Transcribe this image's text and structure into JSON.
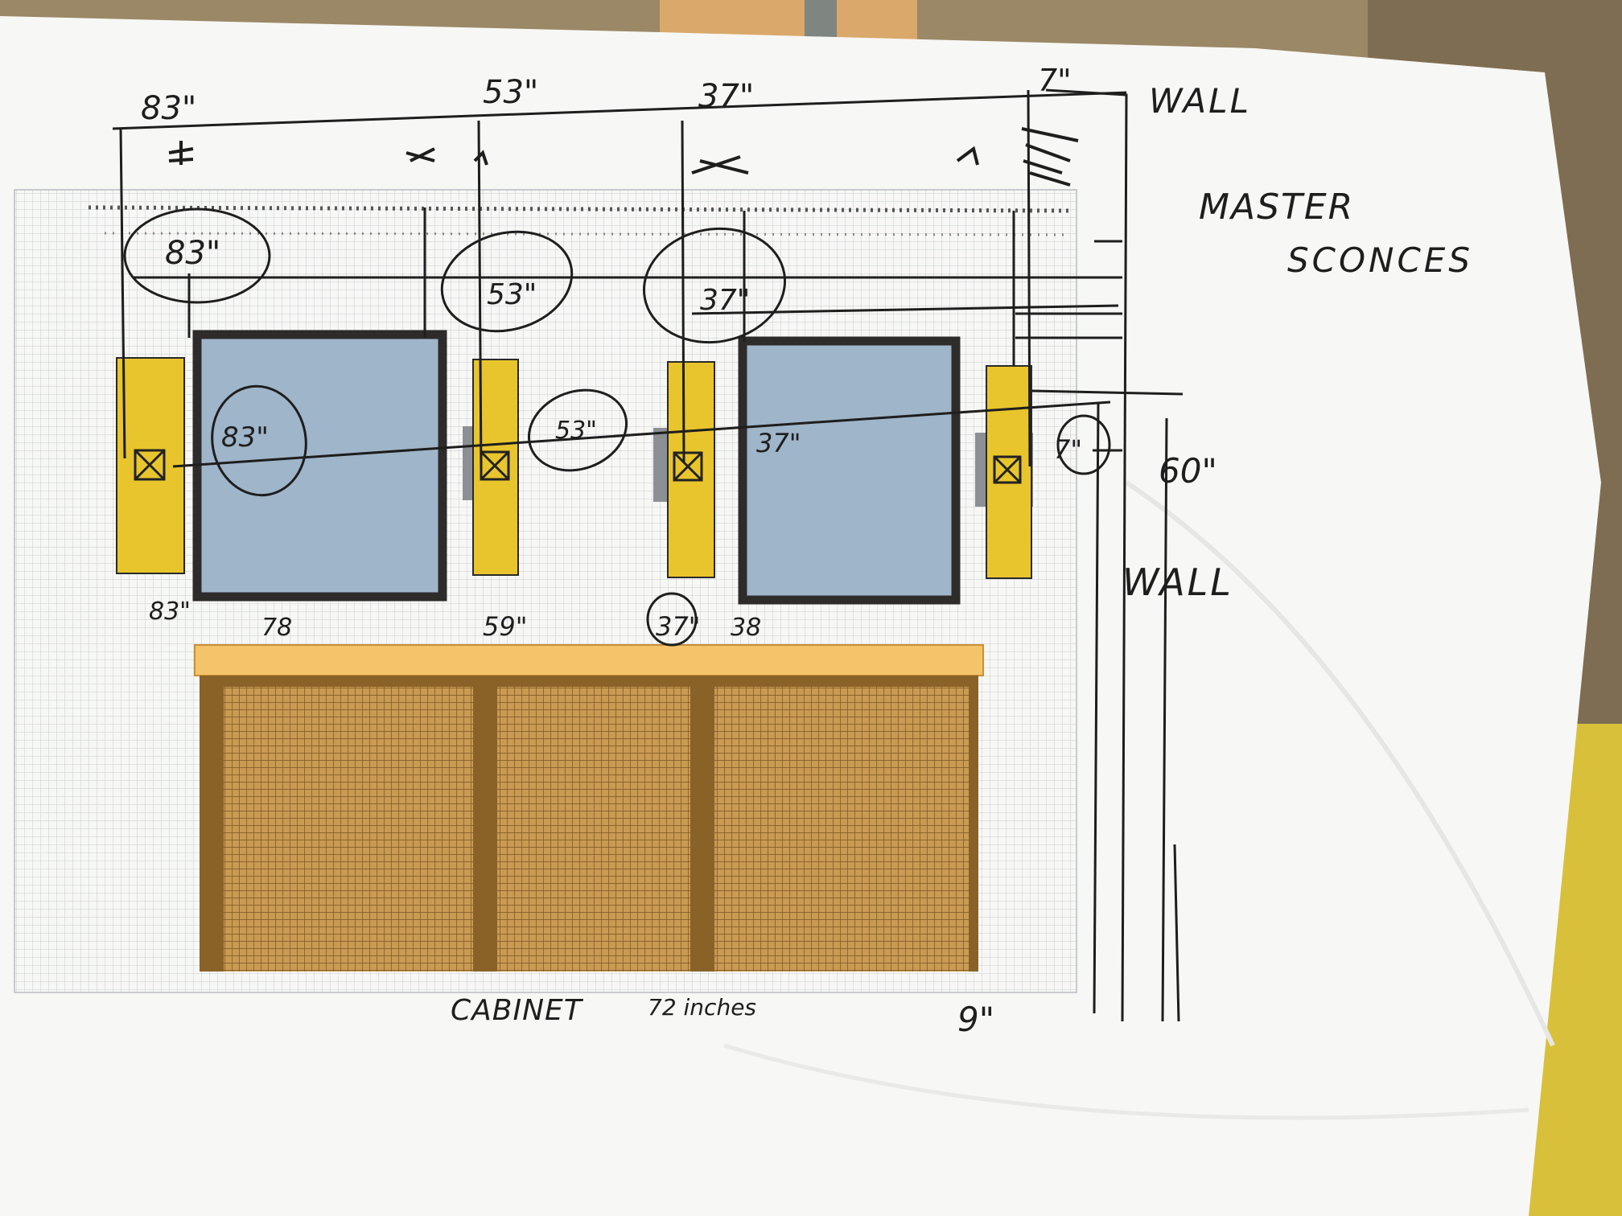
{
  "labels": {
    "wall_top": "WALL",
    "wall_right": "WALL",
    "master_line1": "MASTER",
    "master_line2": "SCONCES",
    "dim_83_top": "83\"",
    "dim_53_top": "53\"",
    "dim_37_top": "37\"",
    "dim_7_top": "7\"",
    "dim_83_circle": "83\"",
    "dim_53_circle": "53\"",
    "dim_37_circle": "37\"",
    "dim_83_mirror": "83\"",
    "dim_53_mid": "53\"",
    "dim_37_mid": "37\"",
    "dim_7_mid": "7\"",
    "dim_60": "60\"",
    "dim_83_bottom": "83\"",
    "dim_78": "78",
    "dim_59": "59\"",
    "dim_37_bottom": "37\"",
    "dim_38": "38",
    "dim_9": "9\"",
    "cabinet": "CABINET",
    "cabinet_size": "72 inches"
  },
  "colors": {
    "paper": "#f7f7f5",
    "grid": "#c9ccd0",
    "sconce_yellow": "#e8c52c",
    "mirror_blue": "#9fb5c9",
    "mirror_frame": "#2e2b2b",
    "cabinet_top": "#f4c46a",
    "cabinet_body": "#c99a52",
    "cabinet_stile": "#8a6228",
    "ink": "#1e1e1e"
  }
}
